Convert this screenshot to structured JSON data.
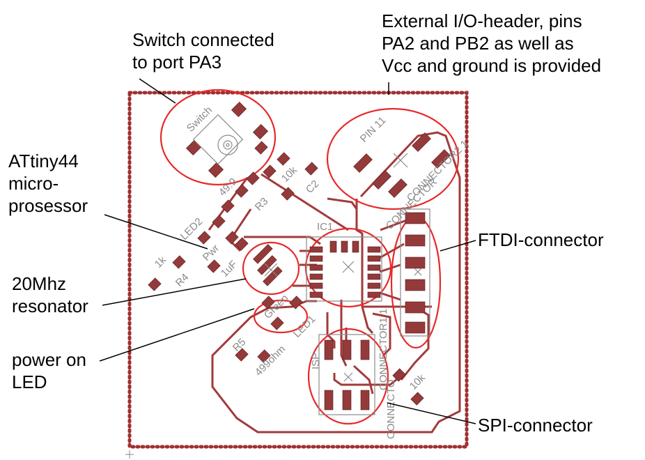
{
  "annotations": {
    "switch": "Switch connected\nto port PA3",
    "header": "External I/O-header, pins\nPA2 and PB2 as well as\nVcc and ground is provided",
    "mcu": "ATtiny44\nmicro-\nprosessor",
    "resonator": "20Mhz\nresonator",
    "power_led": "power on\nLED",
    "ftdi": "FTDI-connector",
    "spi": "SPI-connector"
  },
  "silkscreen": {
    "switch": "Switch",
    "pin11": "PIN 11",
    "connector2": "CONNECTOR2 1",
    "connector_ftdi": "CONNECTOR",
    "ic1": "IC1",
    "led2": "LED2",
    "r4": "R4",
    "r1k": "1k",
    "pwr": "Pwr",
    "cap1uf": "1uF",
    "r3": "R3",
    "r499": "49.9",
    "c2": "C2",
    "r10k_top": "10k",
    "green": "Green",
    "led1": "LED1",
    "r5": "R5",
    "r499ohm": "499ohm",
    "isp": "ISP",
    "connector1": "CONNECTOR1 1",
    "connector1_lower": "CONNECTO",
    "r10k_bottom": "10k"
  },
  "colors": {
    "trace": "#a23a3a",
    "pad": "#943a3a",
    "silk": "#8a8a8a",
    "highlight": "#e8282a",
    "border": "#a03030"
  }
}
